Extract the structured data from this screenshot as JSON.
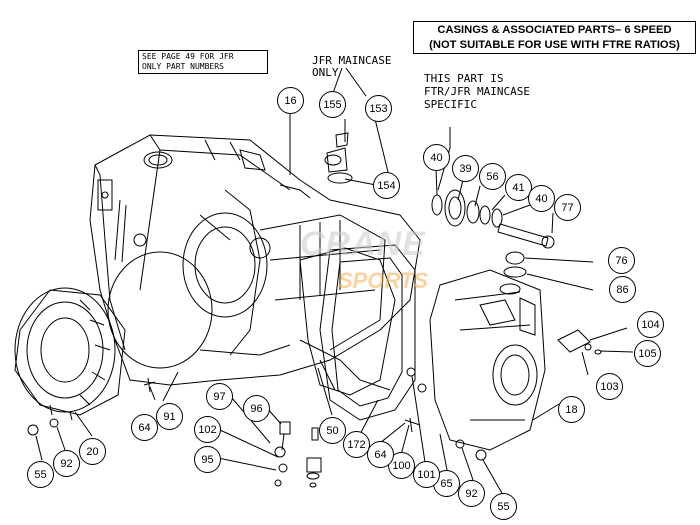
{
  "title": {
    "line1": "CASINGS & ASSOCIATED PARTS– 6 SPEED",
    "line2": "(NOT SUITABLE FOR USE WITH FTRE RATIOS)"
  },
  "notes": {
    "page_ref_line1": "SEE PAGE 49 FOR JFR",
    "page_ref_line2": "ONLY PART NUMBERS",
    "jfr_line1": "JFR MAINCASE",
    "jfr_line2": "ONLY",
    "specific_line1": "THIS PART IS",
    "specific_line2": "FTR/JFR MAINCASE",
    "specific_line3": "SPECIFIC"
  },
  "watermark": {
    "line1": "CRANE",
    "line2": "SPORTS"
  },
  "callouts": [
    {
      "id": "16",
      "label": "16"
    },
    {
      "id": "155",
      "label": "155"
    },
    {
      "id": "153",
      "label": "153"
    },
    {
      "id": "154",
      "label": "154"
    },
    {
      "id": "40a",
      "label": "40"
    },
    {
      "id": "39",
      "label": "39"
    },
    {
      "id": "56",
      "label": "56"
    },
    {
      "id": "41",
      "label": "41"
    },
    {
      "id": "40b",
      "label": "40"
    },
    {
      "id": "77",
      "label": "77"
    },
    {
      "id": "76",
      "label": "76"
    },
    {
      "id": "86",
      "label": "86"
    },
    {
      "id": "104",
      "label": "104"
    },
    {
      "id": "105",
      "label": "105"
    },
    {
      "id": "103",
      "label": "103"
    },
    {
      "id": "18",
      "label": "18"
    },
    {
      "id": "92b",
      "label": "92"
    },
    {
      "id": "55b",
      "label": "55"
    },
    {
      "id": "65",
      "label": "65"
    },
    {
      "id": "101",
      "label": "101"
    },
    {
      "id": "100",
      "label": "100"
    },
    {
      "id": "64b",
      "label": "64"
    },
    {
      "id": "172",
      "label": "172"
    },
    {
      "id": "50",
      "label": "50"
    },
    {
      "id": "96",
      "label": "96"
    },
    {
      "id": "97",
      "label": "97"
    },
    {
      "id": "102",
      "label": "102"
    },
    {
      "id": "95",
      "label": "95"
    },
    {
      "id": "91",
      "label": "91"
    },
    {
      "id": "64a",
      "label": "64"
    },
    {
      "id": "20",
      "label": "20"
    },
    {
      "id": "92a",
      "label": "92"
    },
    {
      "id": "55a",
      "label": "55"
    }
  ]
}
